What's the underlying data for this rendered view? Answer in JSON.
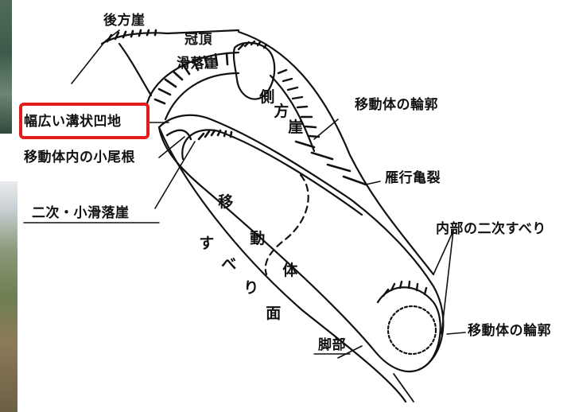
{
  "labels": {
    "rear_scarp": "後方崖",
    "crown": "冠頂",
    "main_scarp": "滑落崖",
    "side_scarp_1": "側",
    "side_scarp_2": "方",
    "side_scarp_3": "崖",
    "wide_trench": "幅広い溝状凹地",
    "minor_ridge": "移動体内の小尾根",
    "secondary_scarp": "二次・小滑落崖",
    "body_outline_upper": "移動体の輪郭",
    "en_echelon_cracks": "雁行亀裂",
    "internal_secondary_slide": "内部の二次すべり",
    "body_outline_lower": "移動体の輪郭",
    "toe": "脚部",
    "moving_body_1": "移",
    "moving_body_2": "動",
    "moving_body_3": "体",
    "slip_surface_1": "す",
    "slip_surface_2": "べ",
    "slip_surface_3": "り",
    "slip_surface_4": "面"
  },
  "highlight_color": "#e41b1b"
}
